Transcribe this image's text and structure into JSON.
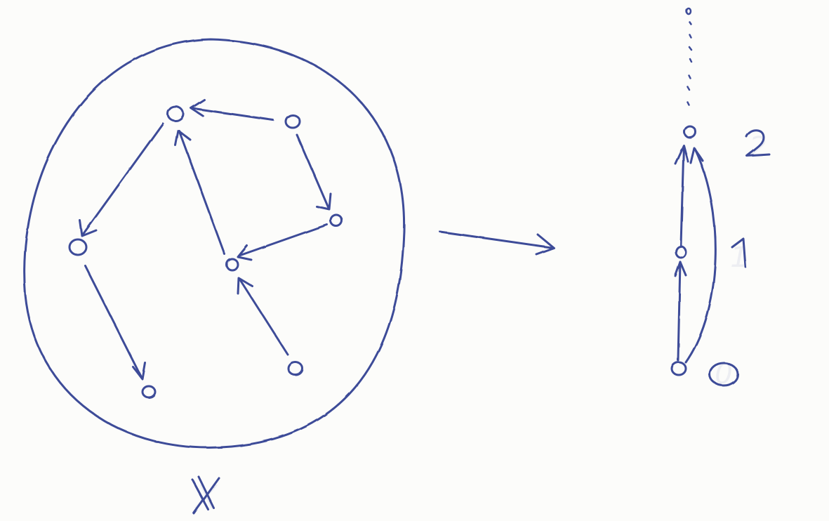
{
  "ink_color": "#3c4b98",
  "paper_color": "#fcfcfa",
  "labels": {
    "set_name": "X",
    "level_0": "0",
    "level_1": "1",
    "level_2": "2"
  },
  "left_graph": {
    "nodes": [
      "n-top",
      "n-top-right",
      "n-left",
      "n-center",
      "n-mid-right",
      "n-bottom-left",
      "n-bottom-right"
    ],
    "edges": [
      {
        "from": "n-top-right",
        "to": "n-top"
      },
      {
        "from": "n-top",
        "to": "n-left"
      },
      {
        "from": "n-top-right",
        "to": "n-mid-right"
      },
      {
        "from": "n-mid-right",
        "to": "n-center"
      },
      {
        "from": "n-center",
        "to": "n-top"
      },
      {
        "from": "n-left",
        "to": "n-bottom-left"
      },
      {
        "from": "n-bottom-right",
        "to": "n-center"
      }
    ]
  },
  "right_graph": {
    "nodes": [
      "level-0",
      "level-1",
      "level-2"
    ],
    "edges": [
      {
        "from": "level-0",
        "to": "level-1"
      },
      {
        "from": "level-1",
        "to": "level-2"
      },
      {
        "from": "level-0",
        "to": "level-2",
        "curved": true
      }
    ],
    "continues_upward": true
  }
}
